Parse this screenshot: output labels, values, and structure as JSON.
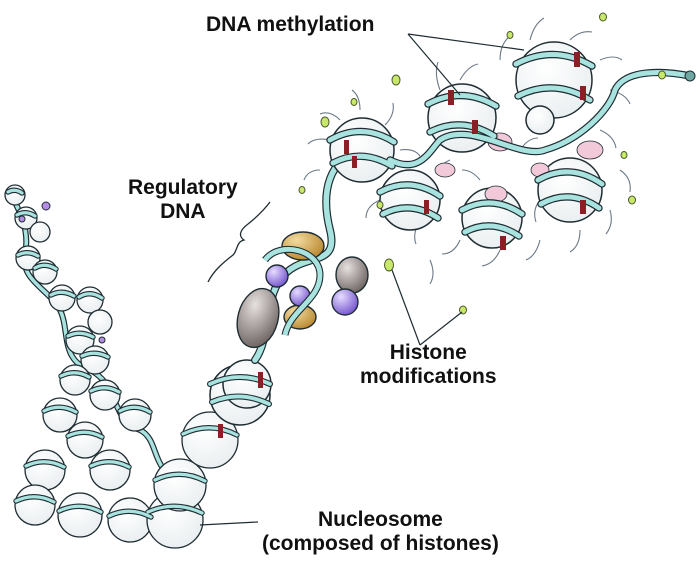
{
  "labels": {
    "dna_methylation": "DNA methylation",
    "regulatory_dna_line1": "Regulatory",
    "regulatory_dna_line2": "DNA",
    "histone_modifications_line1": "Histone",
    "histone_modifications_line2": "modifications",
    "nucleosome_line1": "Nucleosome",
    "nucleosome_line2": "(composed of histones)"
  },
  "colors": {
    "dna_strand": "#a8e3df",
    "dna_outline": "#1f2d33",
    "methyl_mark": "#8b1f25",
    "histone_tail": "#6b7a88",
    "modification_dot": "#c7e86a",
    "regulatory_tan": "#c9a04a",
    "regulatory_purple": "#9a7fe0",
    "regulatory_gray": "#8d8381",
    "pink_patch": "#f2c9d8"
  }
}
